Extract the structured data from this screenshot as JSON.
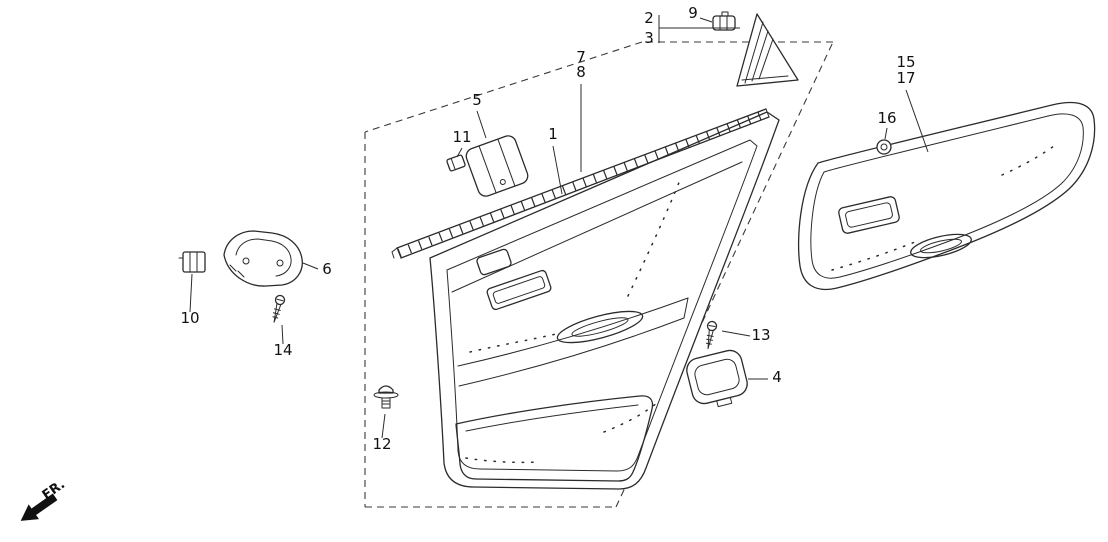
{
  "labels": {
    "1": "1",
    "2": "2",
    "3": "3",
    "4": "4",
    "5": "5",
    "6": "6",
    "7": "7",
    "8": "8",
    "9": "9",
    "10": "10",
    "11": "11",
    "12": "12",
    "13": "13",
    "14": "14",
    "15": "15",
    "16": "16",
    "17": "17"
  },
  "fr_label": "FR."
}
